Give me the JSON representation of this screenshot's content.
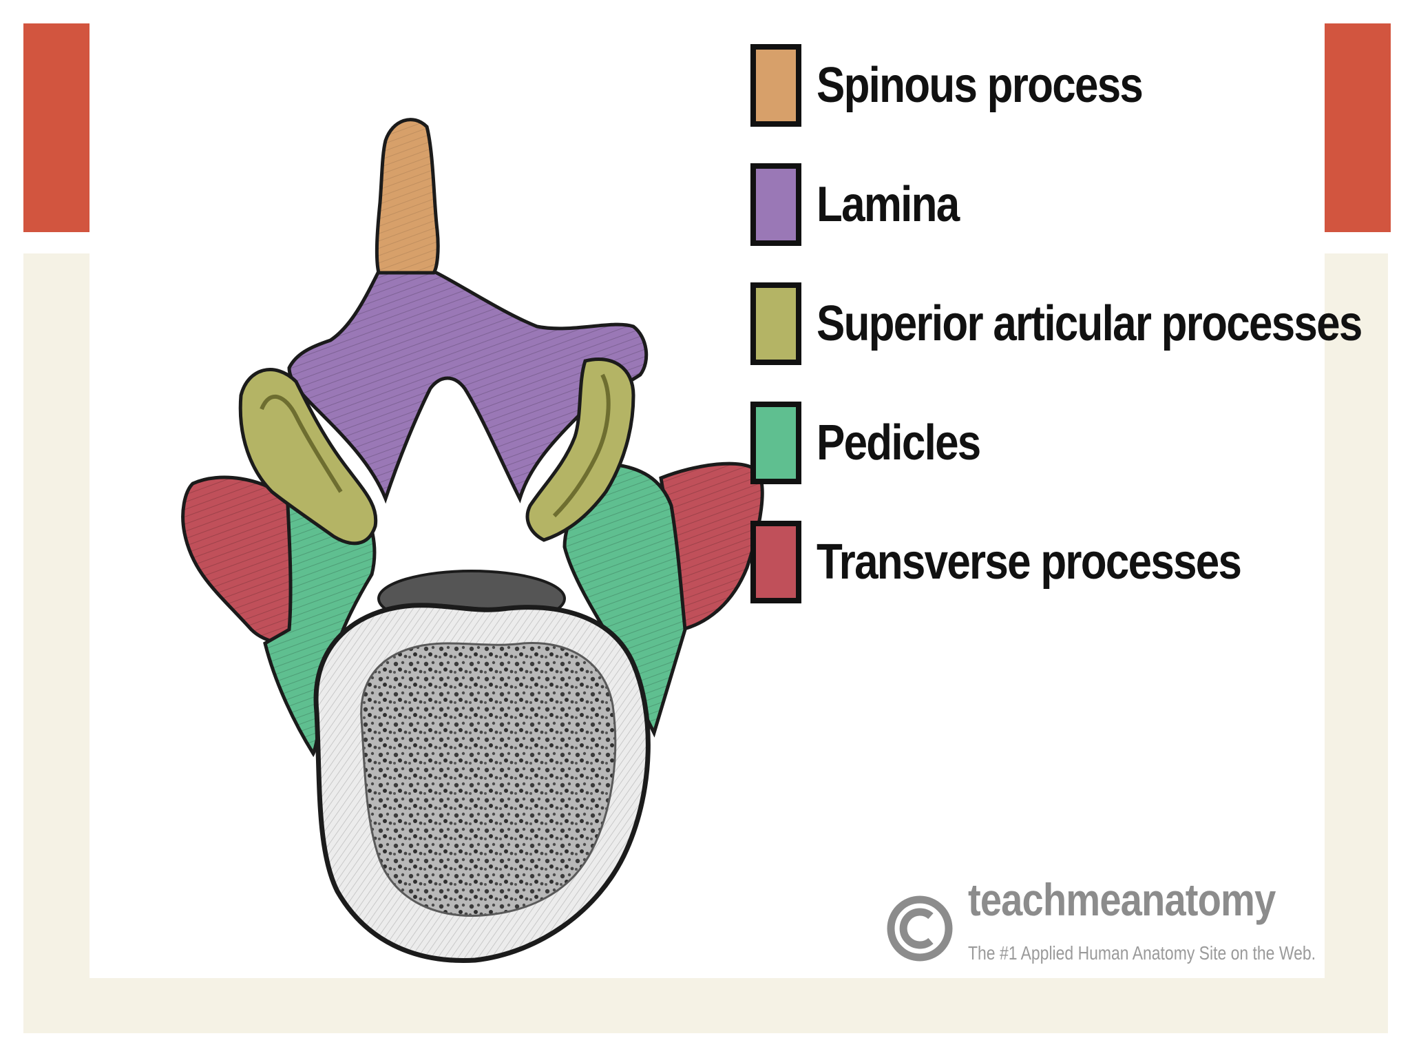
{
  "colors": {
    "background_cream": "#f5f2e5",
    "accent_red": "#d2553f",
    "spinous": "#d7a06a",
    "lamina": "#9a78b6",
    "superior_articular": "#b4b465",
    "pedicles": "#5fbf90",
    "transverse": "#c0505a",
    "watermark_gray": "#8c8c8c"
  },
  "legend": [
    {
      "label": "Spinous process",
      "color": "#d7a06a"
    },
    {
      "label": "Lamina",
      "color": "#9a78b6"
    },
    {
      "label": "Superior articular processes",
      "color": "#b4b465"
    },
    {
      "label": "Pedicles",
      "color": "#5fbf90"
    },
    {
      "label": "Transverse processes",
      "color": "#c0505a"
    }
  ],
  "watermark": {
    "brand": "teachmeanatomy",
    "tagline": "The #1 Applied Human Anatomy Site on the Web.",
    "logo_icon": "copyright-icon"
  }
}
